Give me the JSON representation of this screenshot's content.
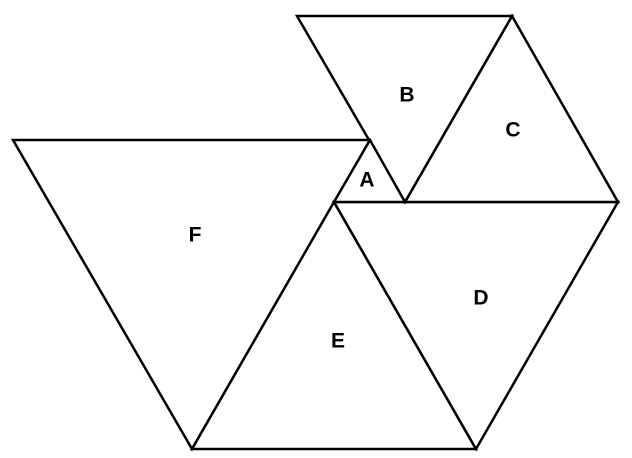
{
  "diagram": {
    "shapes": [
      {
        "id": "F",
        "label": "F",
        "kind": "triangle"
      },
      {
        "id": "A",
        "label": "A",
        "kind": "triangle"
      },
      {
        "id": "B",
        "label": "B",
        "kind": "triangle"
      },
      {
        "id": "C",
        "label": "C",
        "kind": "triangle"
      },
      {
        "id": "D",
        "label": "D",
        "kind": "triangle"
      },
      {
        "id": "E",
        "label": "E",
        "kind": "triangle"
      }
    ],
    "colors": {
      "stroke": "#000000",
      "fill": "#ffffff",
      "text": "#000000"
    }
  }
}
